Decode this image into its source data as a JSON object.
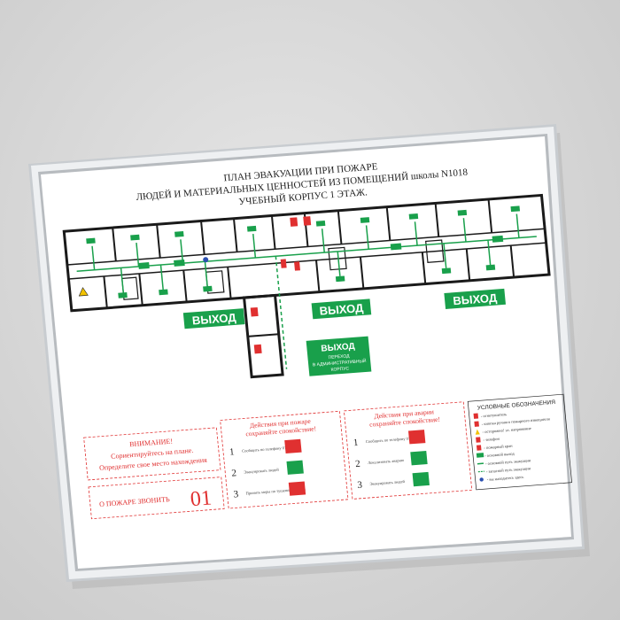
{
  "title": {
    "line1": "ПЛАН ЭВАКУАЦИИ ПРИ ПОЖАРЕ",
    "line2": "ЛЮДЕЙ И МАТЕРИАЛЬНЫХ ЦЕННОСТЕЙ ИЗ ПОМЕЩЕНИЙ школы N1018",
    "line3": "УЧЕБНЫЙ КОРПУС 1 ЭТАЖ."
  },
  "exits": {
    "exit1": "ВЫХОД",
    "exit2": "ВЫХОД",
    "exit3": "ВЫХОД",
    "exit4": "ВЫХОД",
    "exit4_sub1": "ПЕРЕХОД",
    "exit4_sub2": "В АДМИНИСТРАТИВНЫЙ",
    "exit4_sub3": "КОРПУС"
  },
  "attention": {
    "heading": "ВНИМАНИЕ!",
    "line1": "Сориентируйтесь на плане.",
    "line2": "Определите свое место нахождения"
  },
  "call": {
    "label": "О ПОЖАРЕ ЗВОНИТЬ",
    "number": "01"
  },
  "fire_actions": {
    "heading1": "Действия при пожаре",
    "heading2": "сохраняйте спокойствие!",
    "steps": [
      {
        "num": "1",
        "text": "Сообщить по телефону 01"
      },
      {
        "num": "2",
        "text": "Эвакуировать людей"
      },
      {
        "num": "3",
        "text": "Принять меры по тушению пожара"
      }
    ]
  },
  "accident_actions": {
    "heading1": "Действия при аварии",
    "heading2": "сохраняйте спокойствие!",
    "steps": [
      {
        "num": "1",
        "text": "Сообщить по телефону 01"
      },
      {
        "num": "2",
        "text": "Локализовать аварию"
      },
      {
        "num": "3",
        "text": "Эвакуировать людей"
      }
    ]
  },
  "legend": {
    "heading": "УСЛОВНЫЕ ОБОЗНАЧЕНИЯ",
    "items": [
      "- огнетушитель",
      "- кнопка ручного пожарного извещателя",
      "- осторожно! эл. напряжение",
      "- телефон",
      "- пожарный кран",
      "- основной выход",
      "- основной путь эвакуации",
      "- запасной путь эвакуации",
      "- вы находитесь здесь"
    ]
  },
  "colors": {
    "green": "#19a04b",
    "red": "#e03030",
    "wall": "#1a1a1a"
  }
}
